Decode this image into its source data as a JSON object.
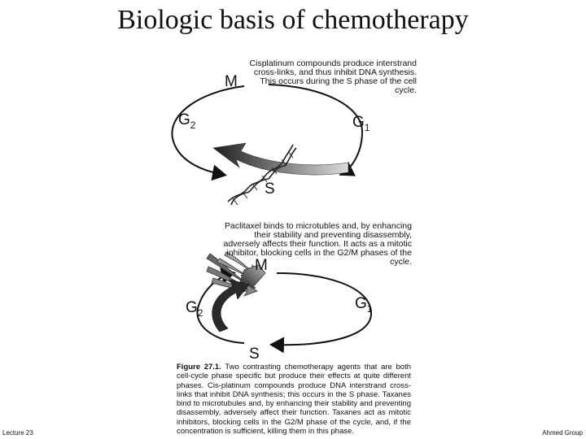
{
  "slide": {
    "title": "Biologic basis of chemotherapy",
    "footer_left": "Lecture 23",
    "footer_right": "Ahmed Group"
  },
  "top_cycle": {
    "phases": {
      "M": "M",
      "G": "G",
      "G2_sub": "2",
      "G1_sub": "1",
      "S": "S"
    },
    "note": "Cisplatinum compounds produce interstrand cross-links, and thus inhibit DNA synthesis. This occurs during the S phase of the cell cycle."
  },
  "bottom_cycle": {
    "phases": {
      "M": "M",
      "G": "G",
      "G2_sub": "2",
      "G1_sub": "1",
      "S": "S"
    },
    "note": "Paclitaxel binds to microtubles and, by enhancing their stability and preventing disassembly, adversely affects their function. It acts as a mitotic inhibitor, blocking cells in the G2/M phases of the cycle."
  },
  "caption": {
    "label": "Figure 27.1.",
    "text": "Two contrasting chemotherapy agents that are both cell-cycle phase specific but produce their effects at quite different phases. Cis-platinum compounds produce DNA interstrand cross-links that inhibit DNA synthesis; this occurs in the S phase. Taxanes bind to microtubules and, by enhancing their stability and preventing disassembly, adversely affect their function. Taxanes act as mitotic inhibitors, blocking cells in the G2/M phase of the cycle, and, if the concentration is sufficient, killing them in this phase."
  },
  "colors": {
    "ink": "#111111",
    "arrow_fill": "#2a2a2a",
    "arrow_light": "#8c8c8c"
  }
}
